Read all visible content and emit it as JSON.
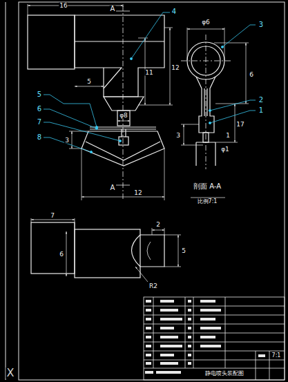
{
  "diagram": {
    "labels": [
      "16",
      "A",
      "4",
      "3",
      "φ6",
      "11",
      "12",
      "6",
      "5",
      "5",
      "2",
      "1",
      "6",
      "φ8",
      "17",
      "7",
      "3",
      "1",
      "8",
      "φ1",
      "3",
      "12",
      "A",
      "剖面 A-A",
      "比例7:1",
      "7",
      "2",
      "6",
      "5",
      "R2",
      "静电喷头装配图",
      "7:1",
      "X"
    ]
  }
}
